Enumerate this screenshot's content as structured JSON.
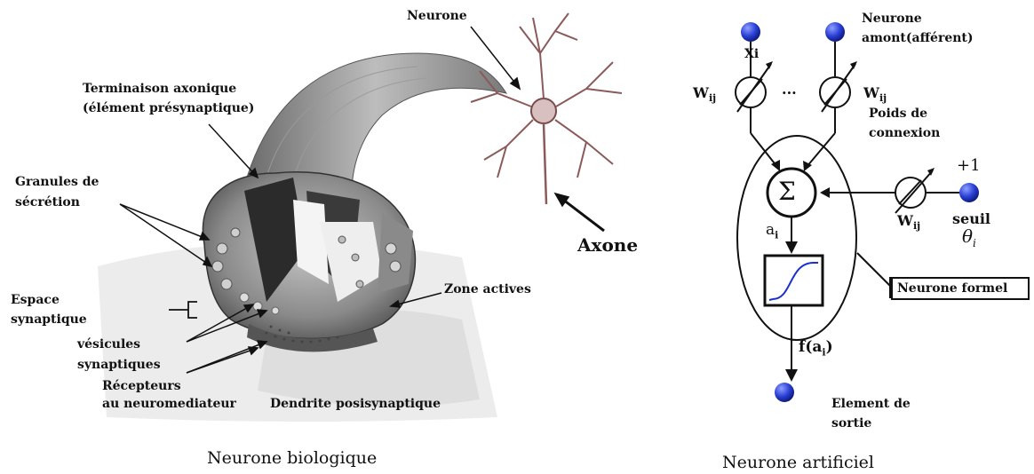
{
  "biological": {
    "labels": {
      "neurone": "Neurone",
      "terminaison_line1": "Terminaison axonique",
      "terminaison_line2": "(élément présynaptique)",
      "granules_line1": "Granules de",
      "granules_line2": "sécrétion",
      "espace_line1": "Espace",
      "espace_line2": "synaptique",
      "vesicules_line1": "vésicules",
      "vesicules_line2": "synaptiques",
      "recepteurs_line1": "Récepteurs",
      "recepteurs_line2": "au neuromediateur",
      "dendrite": "Dendrite posisynaptique",
      "zone": "Zone actives",
      "axone": "Axone"
    },
    "caption": "Neurone biologique"
  },
  "artificial": {
    "labels": {
      "neurone_amont_line1": "Neurone",
      "neurone_amont_line2": "amont(afférent)",
      "xi": "Xi",
      "w_left": "W",
      "w_left_sub": "ij",
      "dots": "...",
      "w_right": "W",
      "w_right_sub": "ij",
      "poids_line1": "Poids de",
      "poids_line2": "connexion",
      "plus_one": "+1",
      "sigma": "Σ",
      "w_bias": "W",
      "w_bias_sub": "ij",
      "seuil": "seuil",
      "theta": "θ",
      "theta_sub": "i",
      "ai": "a",
      "ai_sub": "i",
      "neurone_formel": "Neurone formel",
      "f_ai_prefix": "f(a",
      "f_ai_sub": "i",
      "f_ai_suffix": ")",
      "element_line1": "Element de",
      "element_line2": "sortie"
    },
    "caption": "Neurone artificiel",
    "colors": {
      "node": "#2a3fd6",
      "sigmoid": "#1a2fcc"
    }
  }
}
